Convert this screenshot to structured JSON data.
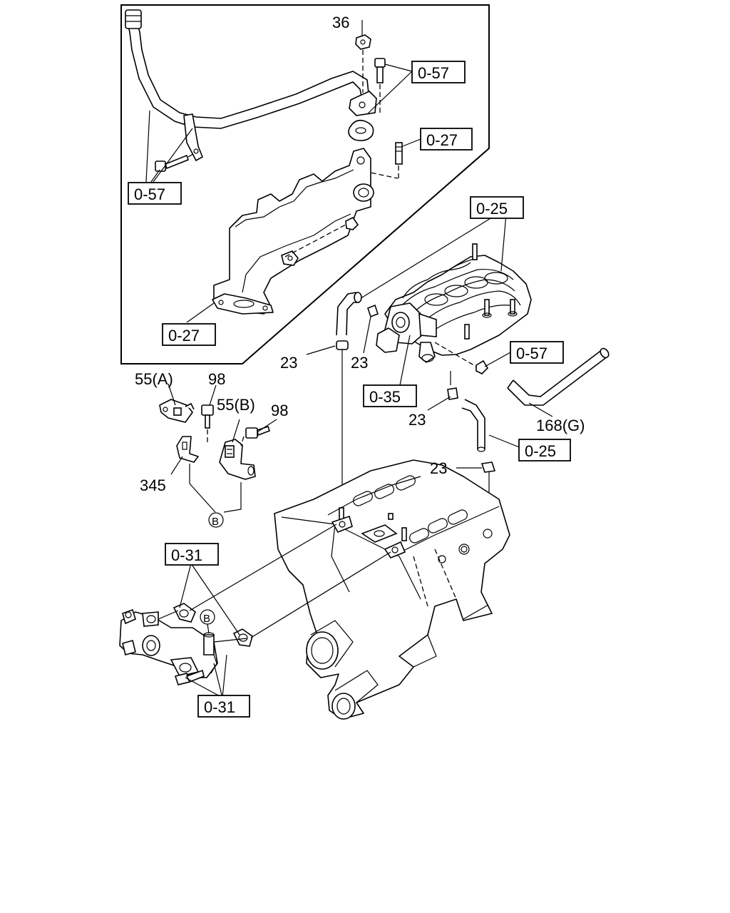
{
  "labels": {
    "l36": "36",
    "l057_top": "0-57",
    "l027_upper": "0-27",
    "l057_left": "0-57",
    "l025_top": "0-25",
    "l027_lower": "0-27",
    "l23_a": "23",
    "l23_b": "23",
    "l057_right": "0-57",
    "l035": "0-35",
    "l23_c": "23",
    "l168g": "168(G)",
    "l025_right": "0-25",
    "l23_d": "23",
    "l55a": "55(A)",
    "l98_a": "98",
    "l55b": "55(B)",
    "l98_b": "98",
    "l345": "345",
    "lB_1": "B",
    "lB_2": "B",
    "l031_top": "0-31",
    "l031_bottom": "0-31"
  }
}
